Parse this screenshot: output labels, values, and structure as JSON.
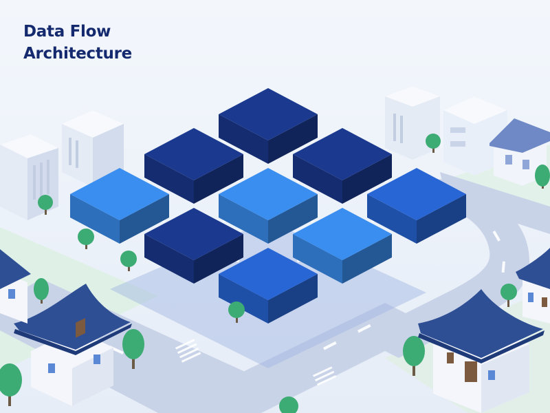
{
  "title": {
    "line1": "Data Flow",
    "line2": "Architecture"
  },
  "colors": {
    "background": "#eef3fa",
    "title": "#14296e",
    "block_dark": "#1b3a8f",
    "block_medium": "#2866d6",
    "block_light": "#3a8ef0",
    "road": "#c5d0e6",
    "grass": "#dff0e6",
    "tree": "#3dab74",
    "roof": "#2f4f95",
    "connector": "#ffffff"
  },
  "blocks": [
    {
      "row": 0,
      "col": 0,
      "shade": "dark"
    },
    {
      "row": 0,
      "col": 1,
      "shade": "dark"
    },
    {
      "row": 0,
      "col": 2,
      "shade": "medium"
    },
    {
      "row": 1,
      "col": 0,
      "shade": "dark"
    },
    {
      "row": 1,
      "col": 1,
      "shade": "light"
    },
    {
      "row": 1,
      "col": 2,
      "shade": "light"
    },
    {
      "row": 2,
      "col": 0,
      "shade": "light"
    },
    {
      "row": 2,
      "col": 1,
      "shade": "dark"
    },
    {
      "row": 2,
      "col": 2,
      "shade": "medium"
    }
  ]
}
